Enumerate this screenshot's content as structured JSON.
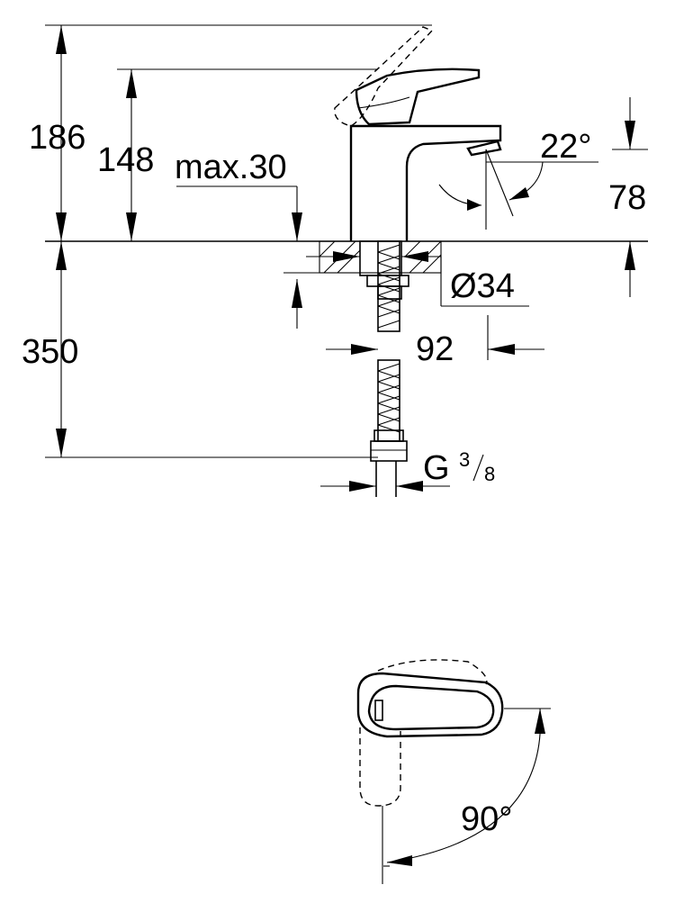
{
  "dimensions": {
    "overall_height": "186",
    "handle_height": "148",
    "max_thickness": "max.30",
    "spout_angle": "22°",
    "spout_height": "78",
    "hole_diameter": "Ø34",
    "below_height": "350",
    "spout_reach": "92",
    "thread_main": "G",
    "thread_num": "3",
    "thread_den": "8",
    "rotation_angle": "90°"
  },
  "colors": {
    "line": "#000000",
    "background": "#ffffff"
  }
}
